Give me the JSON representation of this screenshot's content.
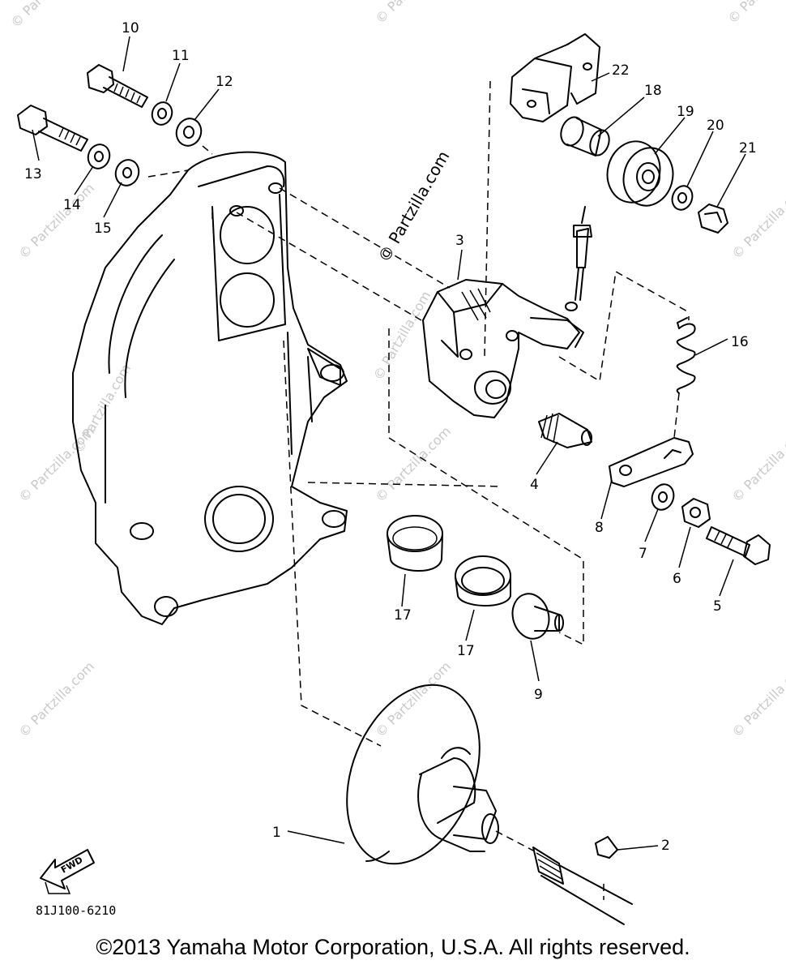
{
  "watermark": {
    "main": "© Partzilla.com",
    "repeat": "© Partzilla.com"
  },
  "callouts": [
    "1",
    "2",
    "3",
    "4",
    "5",
    "6",
    "7",
    "8",
    "9",
    "10",
    "11",
    "12",
    "13",
    "14",
    "15",
    "16",
    "17",
    "17",
    "18",
    "19",
    "20",
    "21",
    "22"
  ],
  "fwd_label": "FWD",
  "diagram_code": "81J100-6210",
  "copyright": "©2013 Yamaha Motor Corporation, U.S.A. All rights reserved."
}
